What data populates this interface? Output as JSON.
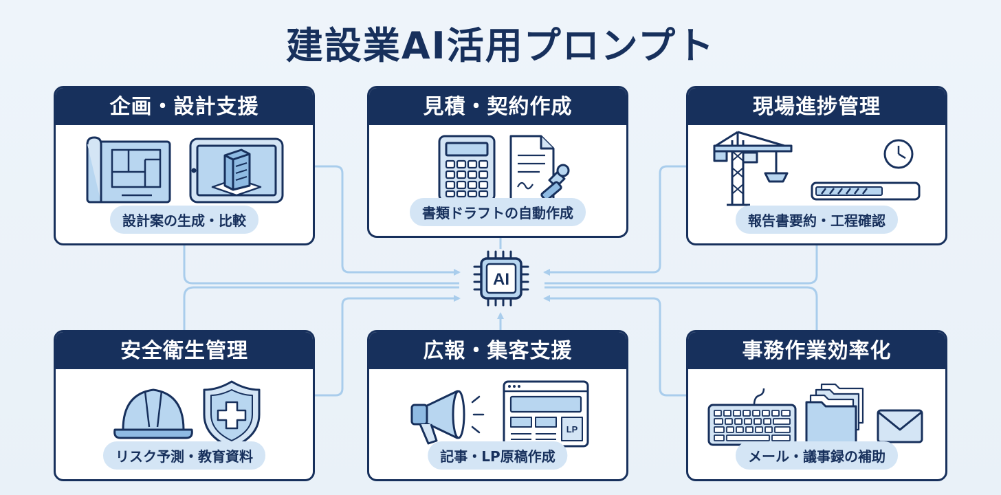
{
  "title": "建設業AI活用プロンプト",
  "hub": {
    "label": "AI"
  },
  "categories": [
    {
      "title": "企画・設計支援",
      "caption": "設計案の生成・比較",
      "icons": [
        "blueprint-icon",
        "tablet-building-icon"
      ]
    },
    {
      "title": "見積・契約作成",
      "caption": "書類ドラフトの自動作成",
      "icons": [
        "calculator-icon",
        "document-stamp-icon"
      ]
    },
    {
      "title": "現場進捗管理",
      "caption": "報告書要約・工程確認",
      "icons": [
        "crane-icon",
        "progress-bar-clock-icon"
      ]
    },
    {
      "title": "安全衛生管理",
      "caption": "リスク予測・教育資料",
      "icons": [
        "hard-hat-icon",
        "shield-cross-icon"
      ]
    },
    {
      "title": "広報・集客支援",
      "caption": "記事・LP原稿作成",
      "icons": [
        "megaphone-icon",
        "landing-page-icon"
      ]
    },
    {
      "title": "事務作業効率化",
      "caption": "メール・議事録の補助",
      "icons": [
        "keyboard-icon",
        "folders-icon",
        "envelope-icon"
      ]
    }
  ],
  "landing_page_badge": "LP",
  "colors": {
    "navy": "#17305c",
    "light_blue": "#b8d6f0",
    "pill": "#d4e5f5",
    "connector": "#a9cdec",
    "background": "#edf3f9"
  }
}
